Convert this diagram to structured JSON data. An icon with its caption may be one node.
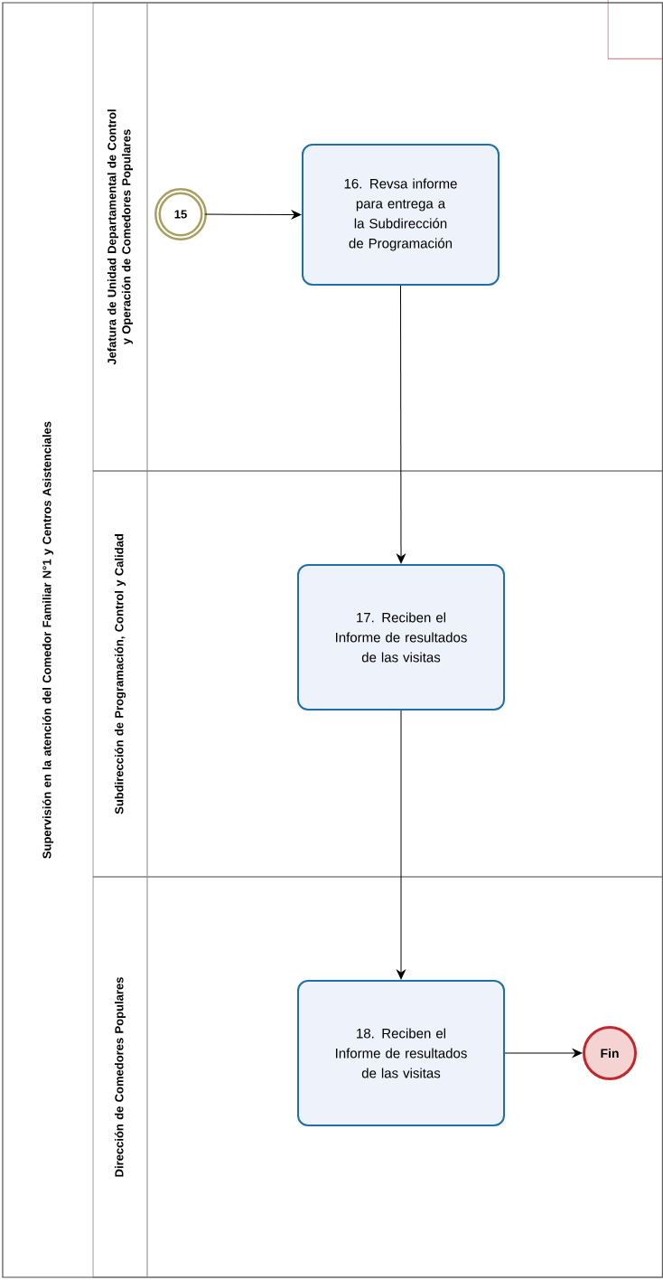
{
  "diagram": {
    "nodes": [
      {
        "text": [
          "Supervisión en la atención del Comedor Familiar N°1 y Centros Asistenciales"
        ]
      },
      {
        "text": [
          "Jefatura de Unidad Departamental de Control y Operación de Comedores Populares"
        ],
        "in": 0
      },
      {
        "text": [
          "Subdirección de Programación, Control y Calidad"
        ],
        "in": 0
      },
      {
        "text": [
          "Dirección de Comedores Populares"
        ],
        "in": 0
      },
      {
        "text": [
          "15"
        ],
        "in": 1
      },
      {
        "text": [
          "16. Revsa informe para entrega a la Subdirección de Programación"
        ],
        "in": 1
      },
      {
        "text": [
          "17. Reciben el Informe de resultados de las visitas"
        ],
        "in": 2
      },
      {
        "text": [
          "18. Reciben el Informe de resultados de las visitas"
        ],
        "in": 3
      },
      {
        "text": [
          "Fin"
        ],
        "in": 3
      },
      {
        "text": [],
        "shape": "box",
        "in": 1
      }
    ],
    "edges": [
      {
        "from": 4,
        "to": 5,
        "arrow": "to"
      },
      {
        "from": 5,
        "to": 6,
        "arrow": "to"
      },
      {
        "from": 6,
        "to": 7,
        "arrow": "to"
      },
      {
        "from": 7,
        "to": 8,
        "arrow": "to"
      }
    ]
  }
}
